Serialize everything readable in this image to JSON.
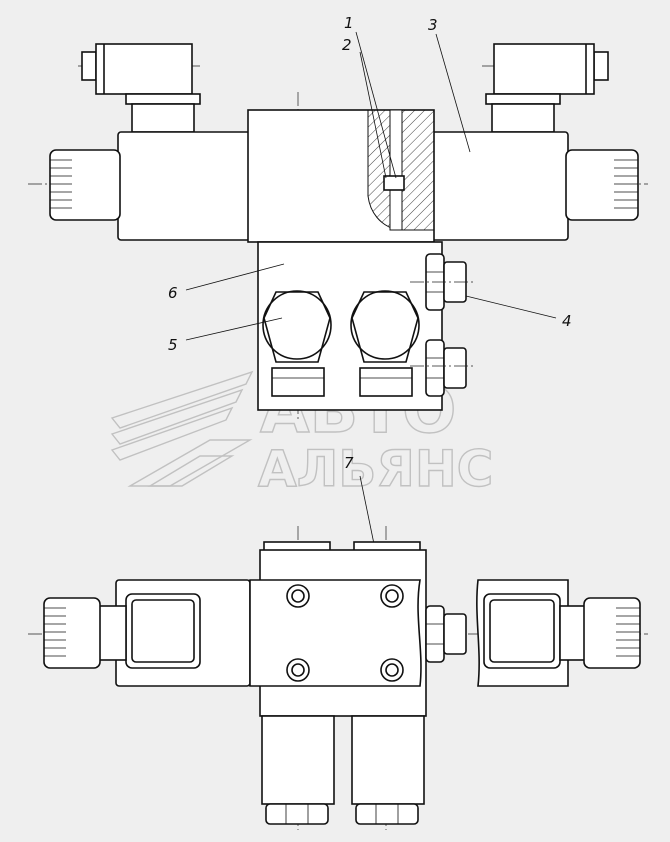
{
  "callouts": {
    "c1": "1",
    "c2": "2",
    "c3": "3",
    "c4": "4",
    "c5": "5",
    "c6": "6",
    "c7": "7"
  },
  "watermark": {
    "line1": "АВТО",
    "line2": "АЛЬЯНС"
  }
}
